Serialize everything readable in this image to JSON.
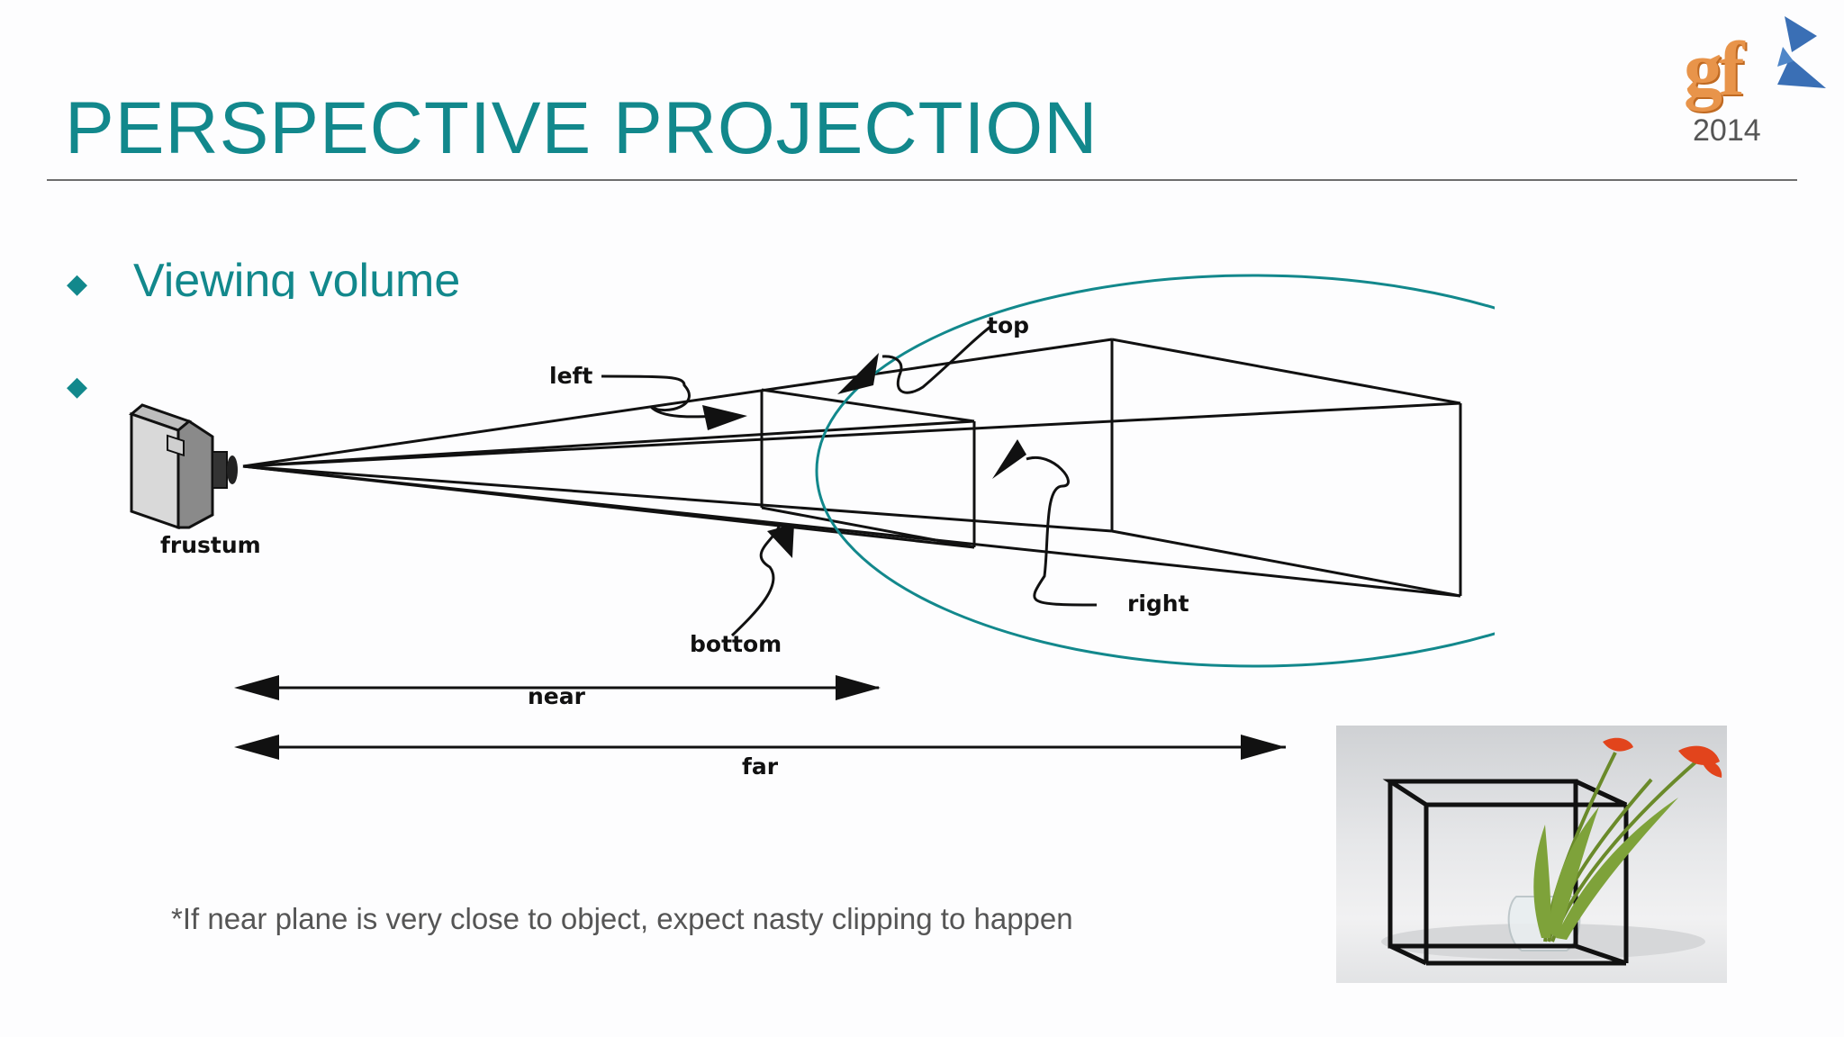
{
  "slide": {
    "title": "PERSPECTIVE PROJECTION",
    "logo": {
      "text": "gf",
      "year": "2014"
    },
    "bullets": [
      {
        "text": "Viewing volume"
      },
      {
        "text": ""
      }
    ],
    "footnote": "*If near plane is very close to object, expect nasty clipping to happen"
  },
  "diagram": {
    "labels": {
      "left": "left",
      "top": "top",
      "right": "right",
      "bottom": "bottom",
      "camera": "frustum",
      "near": "near",
      "far": "far"
    },
    "highlight_color": "#12888c"
  },
  "photo": {
    "subject": "wire-frame box with tulips in a glass vase"
  },
  "colors": {
    "accent": "#12888c",
    "rule": "#6e6e6e",
    "footnote": "#555555",
    "logo_orange": "#e8944a",
    "logo_blue": "#3a6fb5"
  }
}
